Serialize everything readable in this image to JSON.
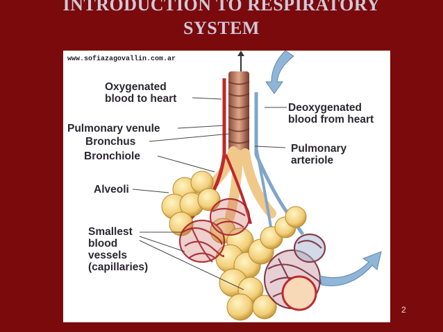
{
  "slide": {
    "title_line1": "INTRODUCTION TO RESPIRATORY",
    "title_line2": "SYSTEM",
    "page_number": "2",
    "footer_text": ""
  },
  "figure": {
    "watermark": "www.sofiazagovallin.com.ar",
    "labels": {
      "oxygenated_1": "Oxygenated",
      "oxygenated_2": "blood to heart",
      "deoxygenated_1": "Deoxygenated",
      "deoxygenated_2": "blood from heart",
      "pulmonary_venule": "Pulmonary venule",
      "bronchus": "Bronchus",
      "bronchiole": "Bronchiole",
      "pulmonary_arteriole_1": "Pulmonary",
      "pulmonary_arteriole_2": "arteriole",
      "alveoli": "Alveoli",
      "capillaries_1": "Smallest",
      "capillaries_2": "blood",
      "capillaries_3": "vessels",
      "capillaries_4": "(capillaries)"
    }
  },
  "colors": {
    "background": "#7a0a0c",
    "title": "#cfc8d8",
    "alveoli": "#f3d486",
    "vessel_red": "#c0282a",
    "vessel_blue": "#7fa6c8"
  }
}
